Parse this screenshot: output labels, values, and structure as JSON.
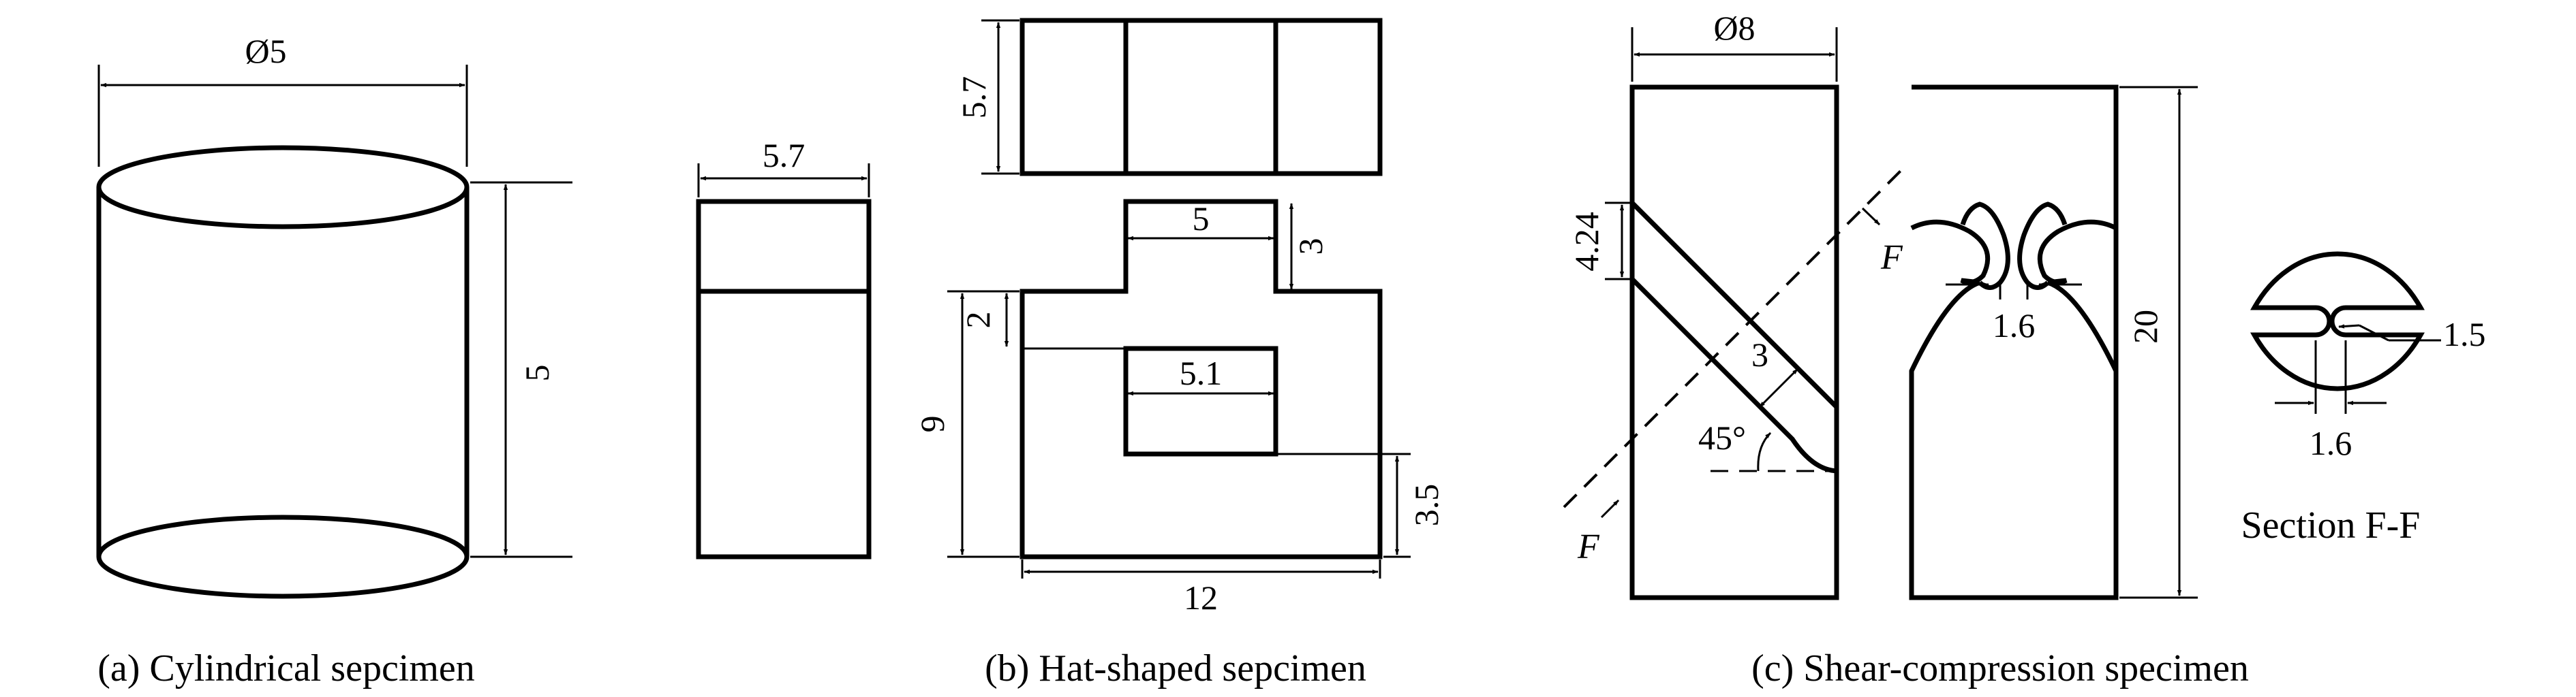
{
  "dims": {
    "cyl_dia": "Ø5",
    "cyl_height": "5",
    "hat_side_width": "5.7",
    "hat_top_height": "5.7",
    "hat_top_width": "5",
    "hat_top_step": "3",
    "hat_left_step": "2",
    "hat_inner_width": "5.1",
    "hat_height": "9",
    "hat_bottom_step": "3.5",
    "hat_width": "12",
    "shear_dia": "Ø8",
    "shear_slot_start": "4.24",
    "shear_slot_width": "3",
    "shear_angle": "45°",
    "shear_gap_a": "1.6",
    "shear_height": "20",
    "section_gap": "1.6",
    "section_radius": "1.5"
  },
  "labels": {
    "force_top": "F",
    "force_bottom": "F",
    "section": "Section F-F"
  },
  "captions": {
    "a": "(a) Cylindrical sepcimen",
    "b": "(b) Hat-shaped sepcimen",
    "c": "(c) Shear-compression specimen"
  }
}
